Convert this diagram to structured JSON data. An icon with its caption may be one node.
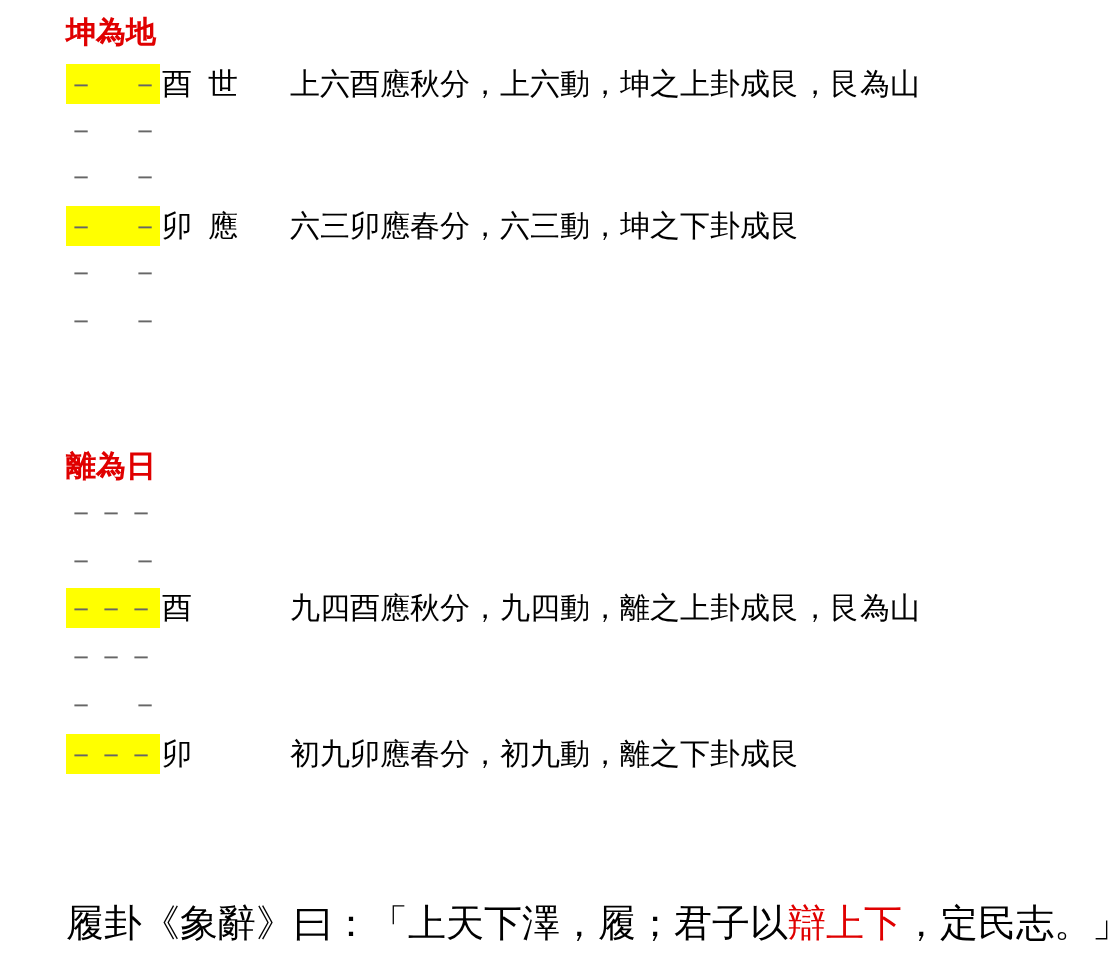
{
  "diagram": {
    "labels": [
      "坤為地",
      "－　－",
      "酉",
      "世",
      "上六酉應秋分，上六動，坤之上卦成艮，艮為山",
      "－　－",
      "－　－",
      "－　－",
      "卯",
      "應",
      "六三卯應春分，六三動，坤之下卦成艮",
      "－　－",
      "－　－",
      "離為日",
      "－－－",
      "－　－",
      "－－－",
      "酉",
      "九四酉應秋分，九四動，離之上卦成艮，艮為山",
      "－－－",
      "－　－",
      "－－－",
      "卯",
      "初九卯應春分，初九動，離之下卦成艮",
      "履卦《象辭》曰：「上天下澤，履；君子以",
      "辯上下",
      "，定民志。」"
    ]
  }
}
